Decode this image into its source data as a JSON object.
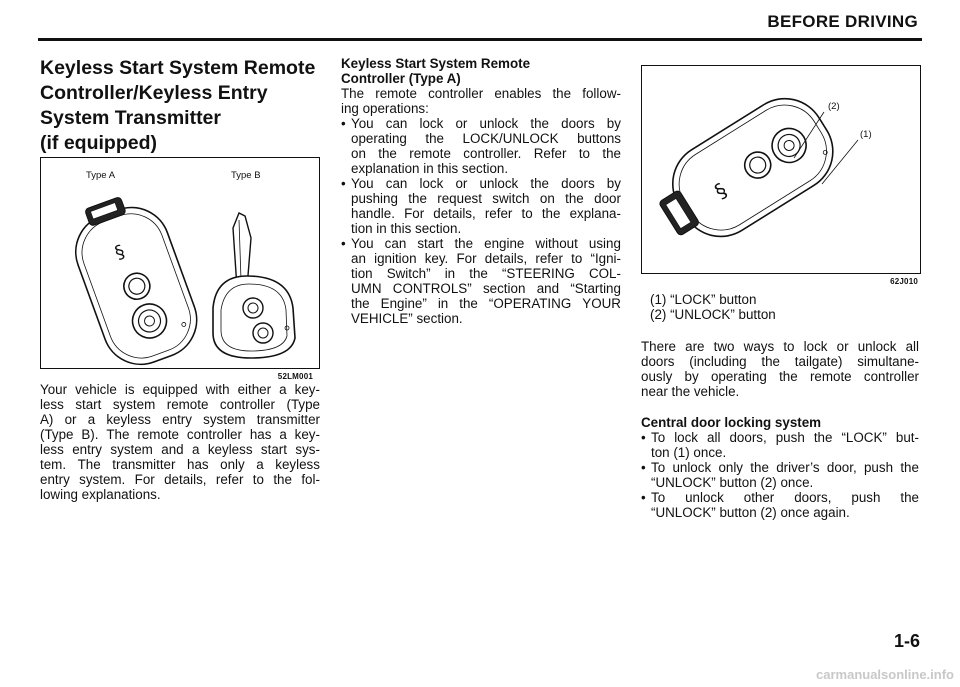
{
  "header": {
    "title": "BEFORE DRIVING"
  },
  "section": {
    "title_lines": [
      "Keyless Start System Remote",
      "Controller/Keyless Entry",
      "System Transmitter",
      "(if equipped)"
    ]
  },
  "figure1": {
    "type_a_label": "Type A",
    "type_b_label": "Type B",
    "code": "52LM001"
  },
  "intro_paragraph": [
    "Your vehicle is equipped with either a key-",
    "less start system remote controller (Type",
    "A) or a keyless entry system transmitter",
    "(Type B). The remote controller has a key-",
    "less entry system and a keyless start sys-",
    "tem. The transmitter has only a keyless",
    "entry system. For details, refer to the fol-",
    "lowing explanations."
  ],
  "type_a_section": {
    "heading_lines": [
      "Keyless Start System Remote",
      "Controller (Type A)"
    ],
    "body_lines": [
      "The remote controller enables the follow-",
      "ing operations:"
    ],
    "bullets": [
      {
        "marker": "•",
        "lines": [
          "You can lock or unlock the doors by",
          "operating the LOCK/UNLOCK buttons",
          "on the remote controller. Refer to the",
          "explanation in this section."
        ]
      },
      {
        "marker": "•",
        "lines": [
          "You can lock or unlock the doors by",
          "pushing the request switch on the door",
          "handle. For details, refer to the explana-",
          "tion in this section."
        ]
      },
      {
        "marker": "•",
        "lines": [
          "You can start the engine without using",
          "an ignition key. For details, refer to “Igni-",
          "tion Switch” in the “STEERING COL-",
          "UMN CONTROLS” section and “Starting",
          "the Engine” in the “OPERATING YOUR",
          "VEHICLE” section."
        ]
      }
    ]
  },
  "figure2": {
    "callout_1": "(1)",
    "callout_2": "(2)",
    "code": "62J010"
  },
  "figure2_captions": [
    "(1) “LOCK” button",
    "(2) “UNLOCK” button"
  ],
  "ways_paragraph": [
    "There are two ways to lock or unlock all",
    "doors (including the tailgate) simultane-",
    "ously by operating the remote controller",
    "near the vehicle."
  ],
  "central_locking": {
    "heading": "Central door locking system",
    "bullets": [
      {
        "marker": "•",
        "lines": [
          "To lock all doors, push the “LOCK” but-",
          "ton (1) once."
        ]
      },
      {
        "marker": "•",
        "lines": [
          "To unlock only the driver’s door, push the",
          "“UNLOCK” button (2) once."
        ]
      },
      {
        "marker": "•",
        "lines": [
          "To unlock other doors, push the",
          "“UNLOCK” button (2) once again."
        ]
      }
    ]
  },
  "footer": {
    "page_number": "1-6",
    "watermark": "carmanualsonline.info"
  }
}
